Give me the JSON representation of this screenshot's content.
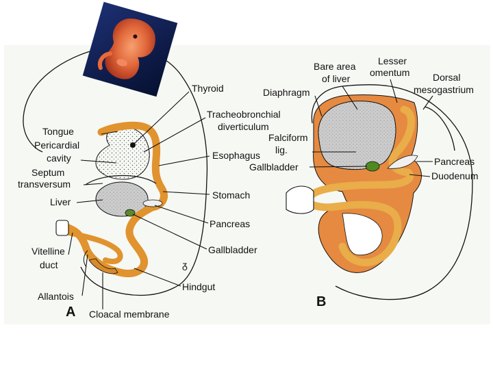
{
  "colors": {
    "paper": "#f6f8f4",
    "tissue": "#e0932e",
    "tissue_light": "#e9ad4a",
    "tissue_dark": "#c7711c",
    "mesentery": "#e58a40",
    "gray_organ": "#c9c9c9",
    "ink": "#111111"
  },
  "photo": {
    "name": "embryo-photo"
  },
  "panel_a": {
    "letter": "A",
    "labels": {
      "tongue": "Tongue",
      "pericardial_1": "Pericardial",
      "pericardial_2": "cavity",
      "septum_1": "Septum",
      "septum_2": "transversum",
      "liver": "Liver",
      "vitelline_1": "Vitelline",
      "vitelline_2": "duct",
      "allantois": "Allantois",
      "cloacal": "Cloacal membrane",
      "thyroid": "Thyroid",
      "tracheo_1": "Tracheobronchial",
      "tracheo_2": "diverticulum",
      "esophagus": "Esophagus",
      "stomach": "Stomach",
      "pancreas": "Pancreas",
      "gallbladder": "Gallbladder",
      "hindgut": "Hindgut"
    }
  },
  "panel_b": {
    "letter": "B",
    "labels": {
      "bare_1": "Bare area",
      "bare_2": "of liver",
      "lesser_1": "Lesser",
      "lesser_2": "omentum",
      "dorsal_1": "Dorsal",
      "dorsal_2": "mesogastrium",
      "diaphragm": "Diaphragm",
      "falciform_1": "Falciform",
      "falciform_2": "lig.",
      "gallbladder": "Gallbladder",
      "pancreas": "Pancreas",
      "duodenum": "Duodenum"
    }
  }
}
